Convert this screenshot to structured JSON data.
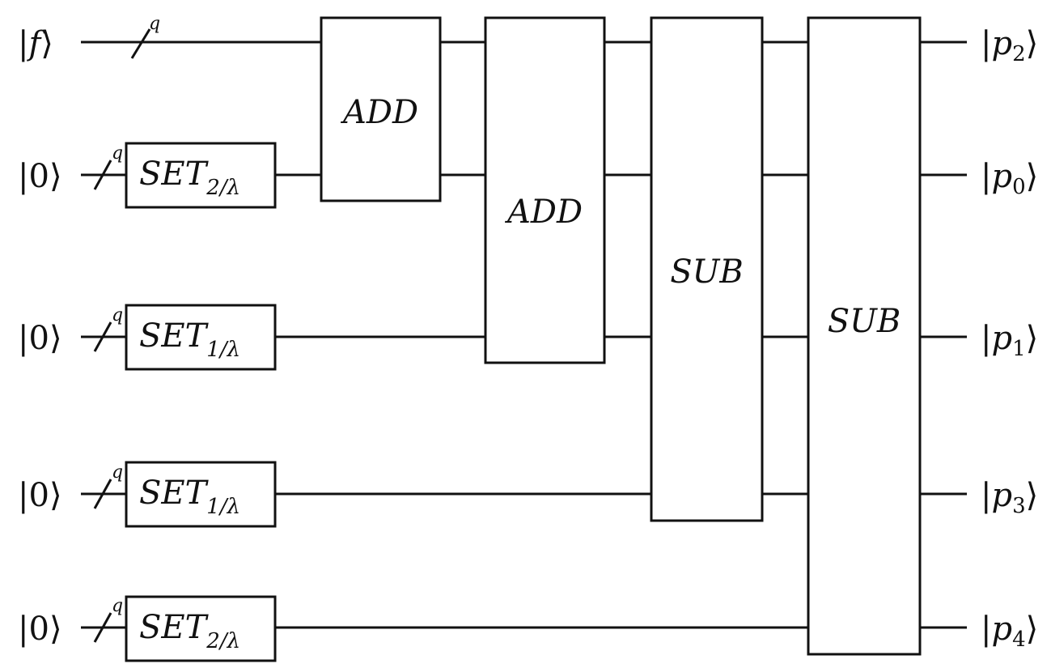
{
  "inputs": [
    {
      "bar": "|",
      "sym": "f",
      "close": "⟩",
      "sym_italic": true
    },
    {
      "bar": "|",
      "sym": "0",
      "close": "⟩",
      "sym_italic": false
    },
    {
      "bar": "|",
      "sym": "0",
      "close": "⟩",
      "sym_italic": false
    },
    {
      "bar": "|",
      "sym": "0",
      "close": "⟩",
      "sym_italic": false
    },
    {
      "bar": "|",
      "sym": "0",
      "close": "⟩",
      "sym_italic": false
    }
  ],
  "outputs": [
    {
      "bar": "|",
      "sym": "p",
      "sub": "2",
      "close": "⟩"
    },
    {
      "bar": "|",
      "sym": "p",
      "sub": "0",
      "close": "⟩"
    },
    {
      "bar": "|",
      "sym": "p",
      "sub": "1",
      "close": "⟩"
    },
    {
      "bar": "|",
      "sym": "p",
      "sub": "3",
      "close": "⟩"
    },
    {
      "bar": "|",
      "sym": "p",
      "sub": "4",
      "close": "⟩"
    }
  ],
  "register_label": "q",
  "set_gates": [
    {
      "label": "SET",
      "sub": "2/λ"
    },
    {
      "label": "SET",
      "sub": "1/λ"
    },
    {
      "label": "SET",
      "sub": "1/λ"
    },
    {
      "label": "SET",
      "sub": "2/λ"
    }
  ],
  "blocks": [
    {
      "label": "ADD"
    },
    {
      "label": "ADD"
    },
    {
      "label": "SUB"
    },
    {
      "label": "SUB"
    }
  ]
}
